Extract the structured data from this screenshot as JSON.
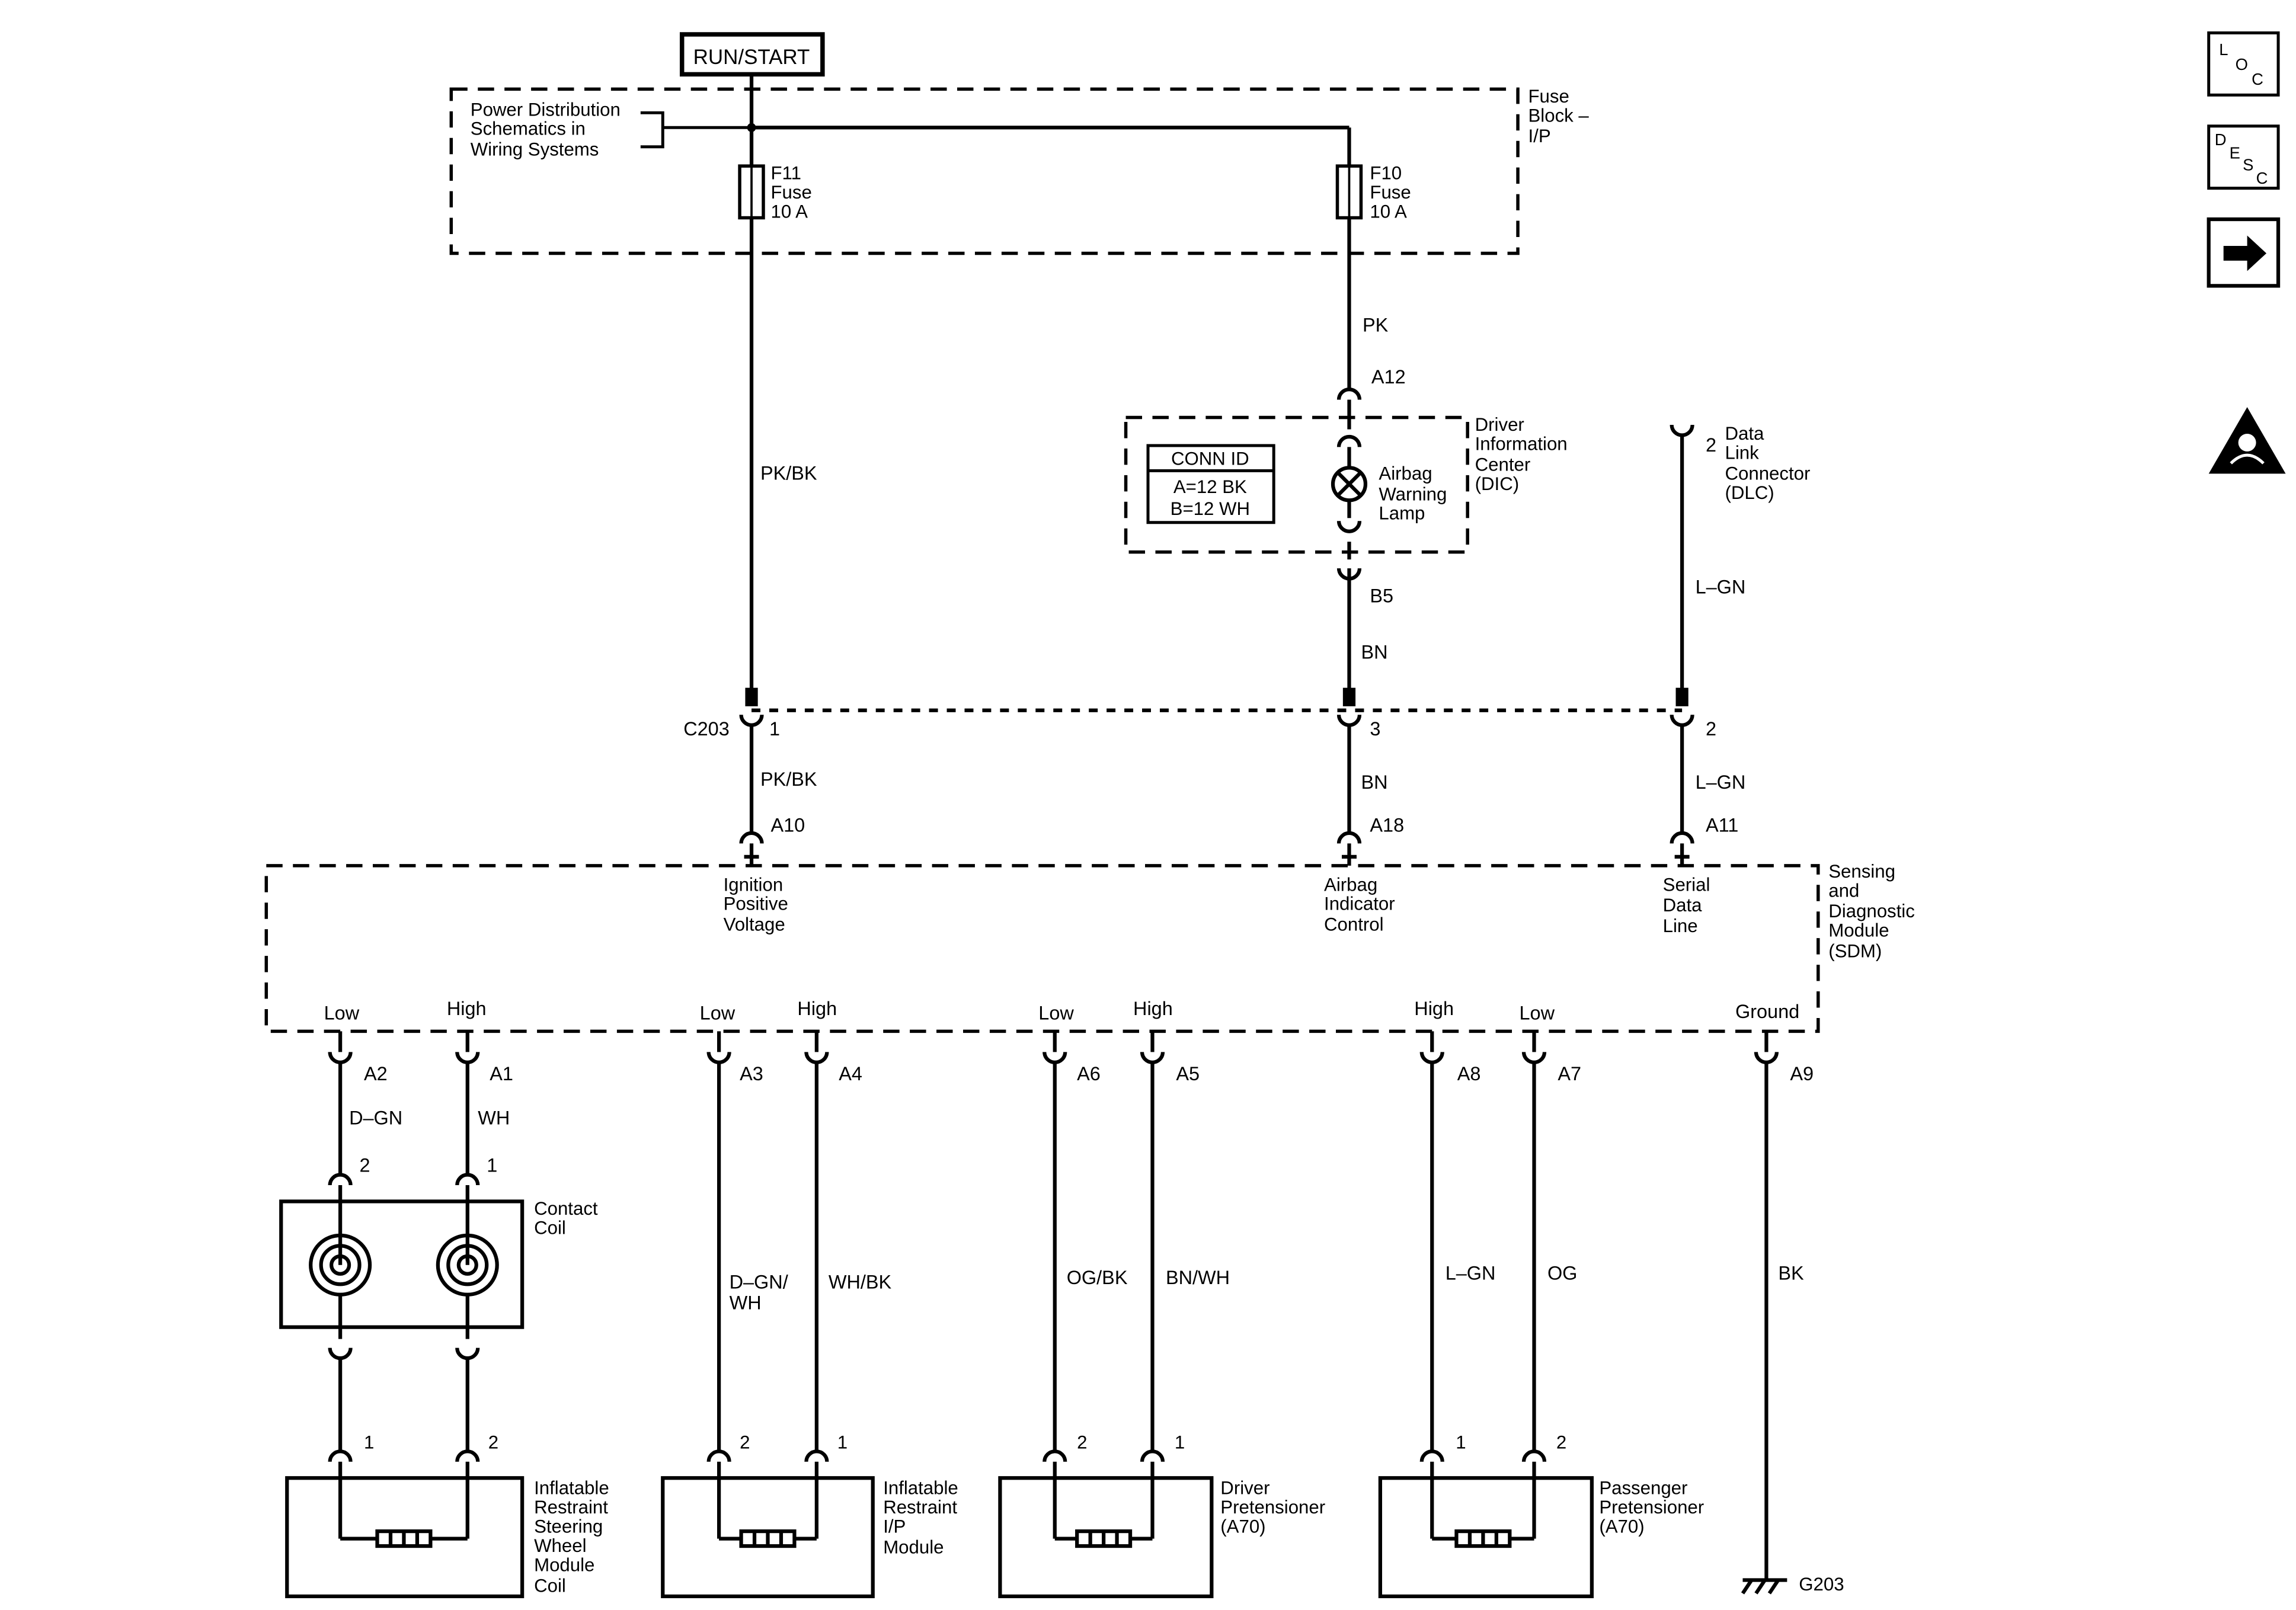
{
  "power": {
    "run_start": "RUN/START",
    "pds_line1": "Power Distribution",
    "pds_line2": "Schematics in",
    "pds_line3": "Wiring Systems",
    "fuse_block_line1": "Fuse",
    "fuse_block_line2": "Block –",
    "fuse_block_line3": "I/P"
  },
  "fuses": {
    "f11": {
      "name": "F11",
      "type": "Fuse",
      "rating": "10 A"
    },
    "f10": {
      "name": "F10",
      "type": "Fuse",
      "rating": "10 A"
    }
  },
  "dic": {
    "line1": "Driver",
    "line2": "Information",
    "line3": "Center",
    "line4": "(DIC)",
    "conn_header": "CONN ID",
    "conn_a": "A=12 BK",
    "conn_b": "B=12 WH",
    "lamp_line1": "Airbag",
    "lamp_line2": "Warning",
    "lamp_line3": "Lamp",
    "pin_a12": "A12",
    "pin_b5": "B5"
  },
  "dlc": {
    "pin": "2",
    "line1": "Data",
    "line2": "Link",
    "line3": "Connector",
    "line4": "(DLC)"
  },
  "wires": {
    "pk": "PK",
    "pk_bk_upper": "PK/BK",
    "bn_upper": "BN",
    "lgn_upper": "L–GN",
    "pk_bk_lower": "PK/BK",
    "bn_lower": "BN",
    "lgn_lower": "L–GN",
    "dgn": "D–GN",
    "wh": "WH",
    "dgn_wh_1": "D–GN/",
    "dgn_wh_2": "WH",
    "wh_bk": "WH/BK",
    "og_bk": "OG/BK",
    "bn_wh": "BN/WH",
    "lgn_bottom": "L–GN",
    "og": "OG",
    "bk": "BK"
  },
  "c203": {
    "name": "C203",
    "pin1": "1",
    "pin3": "3",
    "pin2": "2"
  },
  "sdm": {
    "line1": "Sensing",
    "line2": "and",
    "line3": "Diagnostic",
    "line4": "Module",
    "line5": "(SDM)",
    "pin_a10": "A10",
    "pin_a18": "A18",
    "pin_a11": "A11",
    "ign_1": "Ignition",
    "ign_2": "Positive",
    "ign_3": "Voltage",
    "aic_1": "Airbag",
    "aic_2": "Indicator",
    "aic_3": "Control",
    "sdl_1": "Serial",
    "sdl_2": "Data",
    "sdl_3": "Line",
    "low": "Low",
    "high": "High",
    "ground": "Ground",
    "a1": "A1",
    "a2": "A2",
    "a3": "A3",
    "a4": "A4",
    "a5": "A5",
    "a6": "A6",
    "a7": "A7",
    "a8": "A8",
    "a9": "A9"
  },
  "contact_coil": {
    "line1": "Contact",
    "line2": "Coil",
    "pin_top_left": "2",
    "pin_top_right": "1"
  },
  "modules": {
    "steering": {
      "line1": "Inflatable",
      "line2": "Restraint",
      "line3": "Steering",
      "line4": "Wheel",
      "line5": "Module",
      "line6": "Coil",
      "pin_left": "1",
      "pin_right": "2"
    },
    "ip": {
      "line1": "Inflatable",
      "line2": "Restraint",
      "line3": "I/P",
      "line4": "Module",
      "pin_left": "2",
      "pin_right": "1"
    },
    "driver_pret": {
      "line1": "Driver",
      "line2": "Pretensioner",
      "line3": "(A70)",
      "pin_left": "2",
      "pin_right": "1"
    },
    "pass_pret": {
      "line1": "Passenger",
      "line2": "Pretensioner",
      "line3": "(A70)",
      "pin_left": "1",
      "pin_right": "2"
    }
  },
  "ground": {
    "name": "G203"
  },
  "nav": {
    "loc_l": "L",
    "loc_o": "O",
    "loc_c": "C",
    "desc_d": "D",
    "desc_e": "E",
    "desc_s": "S",
    "desc_c": "C",
    "next_icon": "arrow-right-icon",
    "warning_icon": "airbag-warning-icon"
  }
}
